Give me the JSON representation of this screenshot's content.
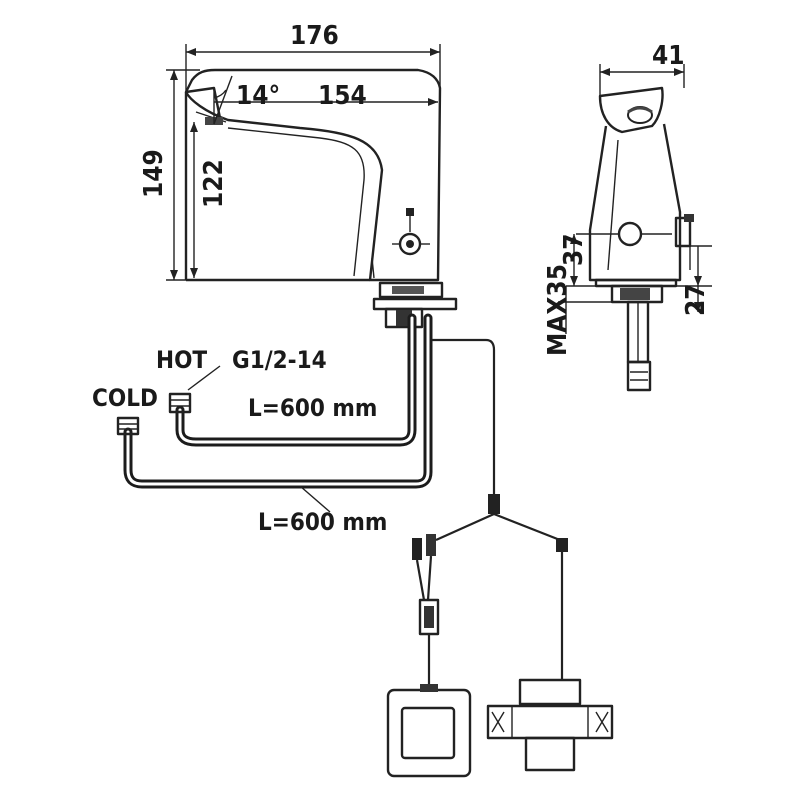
{
  "dimensions": {
    "width_total": "176",
    "spout_length": "154",
    "spout_angle": "14°",
    "height_total": "149",
    "height_spout": "122",
    "side_width": "41",
    "side_37": "37",
    "side_max35": "MAX35",
    "side_27": "27"
  },
  "labels": {
    "hot": "HOT",
    "cold": "COLD",
    "thread": "G1/2-14",
    "hose_length_top": "L=600 mm",
    "hose_length_bottom": "L=600 mm"
  }
}
